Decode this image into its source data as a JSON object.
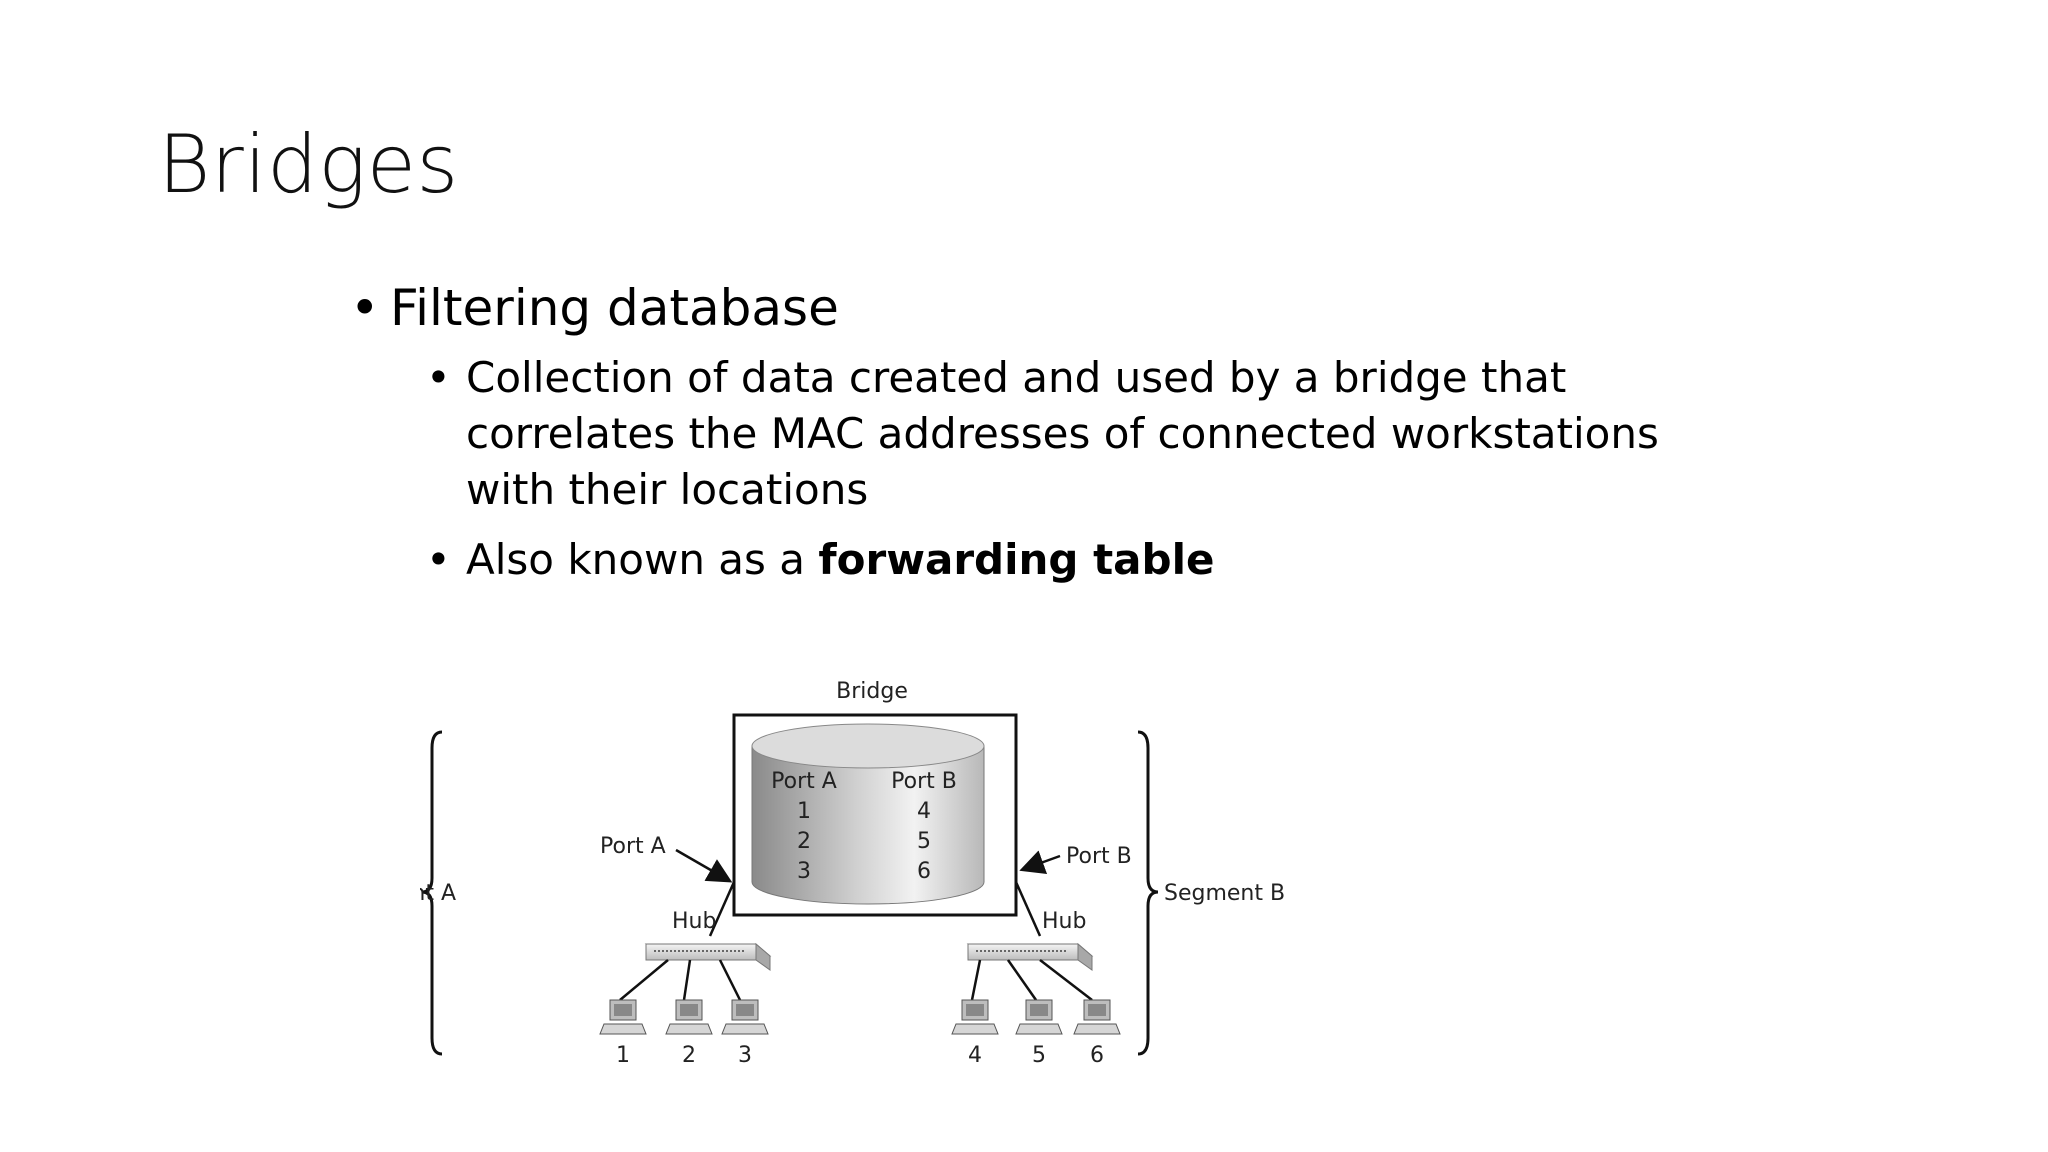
{
  "slide": {
    "title": "Bridges",
    "bullet1": "Filtering database",
    "sub_bullets": [
      "Collection of data created and used by a bridge that correlates the MAC addresses of connected workstations with their locations",
      "Also known as a"
    ],
    "sub_bullet2_bold": "forwarding table"
  },
  "figure": {
    "bridge_label": "Bridge",
    "port_a_header": "Port A",
    "port_b_header": "Port B",
    "port_a_values": [
      "1",
      "2",
      "3"
    ],
    "port_b_values": [
      "4",
      "5",
      "6"
    ],
    "port_a_label": "Port A",
    "port_b_label": "Port B",
    "segment_a_label": "Segment A",
    "segment_b_label": "Segment B",
    "hub_left_label": "Hub",
    "hub_right_label": "Hub",
    "workstation_numbers": [
      "1",
      "2",
      "3",
      "4",
      "5",
      "6"
    ]
  }
}
